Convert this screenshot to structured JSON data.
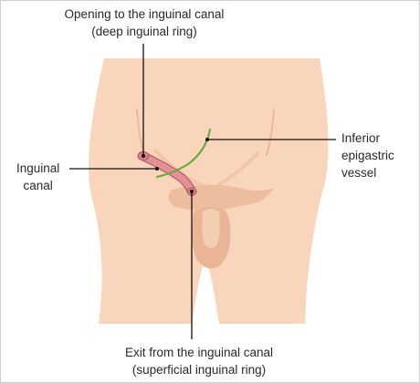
{
  "labels": {
    "deep_ring": {
      "line1": "Opening to the inguinal canal",
      "line2": "(deep inguinal ring)"
    },
    "inguinal_canal": {
      "line1": "Inguinal",
      "line2": "canal"
    },
    "epigastric_vessel": {
      "line1": "Inferior",
      "line2": "epigastric",
      "line3": "vessel"
    },
    "superficial_ring": {
      "line1": "Exit from the inguinal canal",
      "line2": "(superficial inguinal ring)"
    }
  },
  "colors": {
    "skin": "#f9d6bb",
    "skin_shadow": "#eab99a",
    "canal": "#e49096",
    "canal_outline": "#b85f6a",
    "vessel": "#6aab3c",
    "leader": "#111111"
  }
}
